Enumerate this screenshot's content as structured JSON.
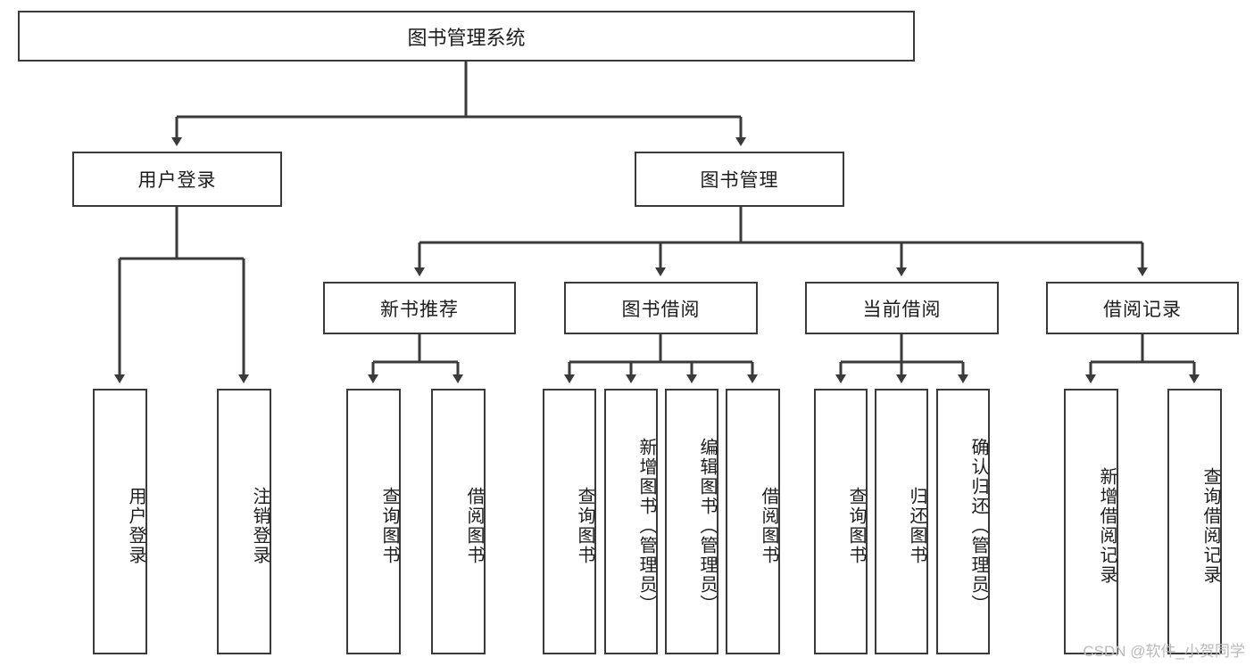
{
  "diagram": {
    "type": "tree-hierarchy",
    "title": "图书管理系统",
    "watermark": "CSDN @软件_小贺同学",
    "colors": {
      "stroke": "#3a3a3a",
      "text": "#1d1d1d",
      "background": "#ffffff",
      "watermark": "#b9b9b9"
    },
    "levels": {
      "root": {
        "label": "图书管理系统"
      },
      "level2": [
        {
          "label": "用户登录"
        },
        {
          "label": "图书管理"
        }
      ],
      "level3": [
        {
          "label": "新书推荐"
        },
        {
          "label": "图书借阅"
        },
        {
          "label": "当前借阅"
        },
        {
          "label": "借阅记录"
        }
      ],
      "leaves": [
        {
          "label": "用户登录",
          "parent": "用户登录"
        },
        {
          "label": "注销登录",
          "parent": "用户登录"
        },
        {
          "label": "查询图书",
          "parent": "新书推荐"
        },
        {
          "label": "借阅图书",
          "parent": "新书推荐"
        },
        {
          "label": "查询图书",
          "parent": "图书借阅"
        },
        {
          "label": "新增图书（管理员）",
          "parent": "图书借阅"
        },
        {
          "label": "编辑图书（管理员）",
          "parent": "图书借阅"
        },
        {
          "label": "借阅图书",
          "parent": "图书借阅"
        },
        {
          "label": "查询图书",
          "parent": "当前借阅"
        },
        {
          "label": "归还图书",
          "parent": "当前借阅"
        },
        {
          "label": "确认归还（管理员）",
          "parent": "当前借阅"
        },
        {
          "label": "新增借阅记录",
          "parent": "借阅记录"
        },
        {
          "label": "查询借阅记录",
          "parent": "借阅记录"
        }
      ]
    }
  }
}
